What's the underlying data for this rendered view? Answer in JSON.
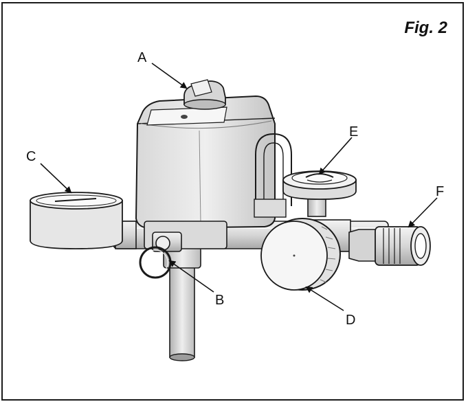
{
  "figure": {
    "title": "Fig. 2"
  },
  "callouts": [
    {
      "id": "A",
      "label": "A"
    },
    {
      "id": "B",
      "label": "B"
    },
    {
      "id": "C",
      "label": "C"
    },
    {
      "id": "D",
      "label": "D"
    },
    {
      "id": "E",
      "label": "E"
    },
    {
      "id": "F",
      "label": "F"
    }
  ],
  "colors": {
    "line": "#1a1a1a",
    "body_light": "#e8e8e8",
    "body_mid": "#d2d2d2",
    "body_dark": "#b8b8b8"
  }
}
